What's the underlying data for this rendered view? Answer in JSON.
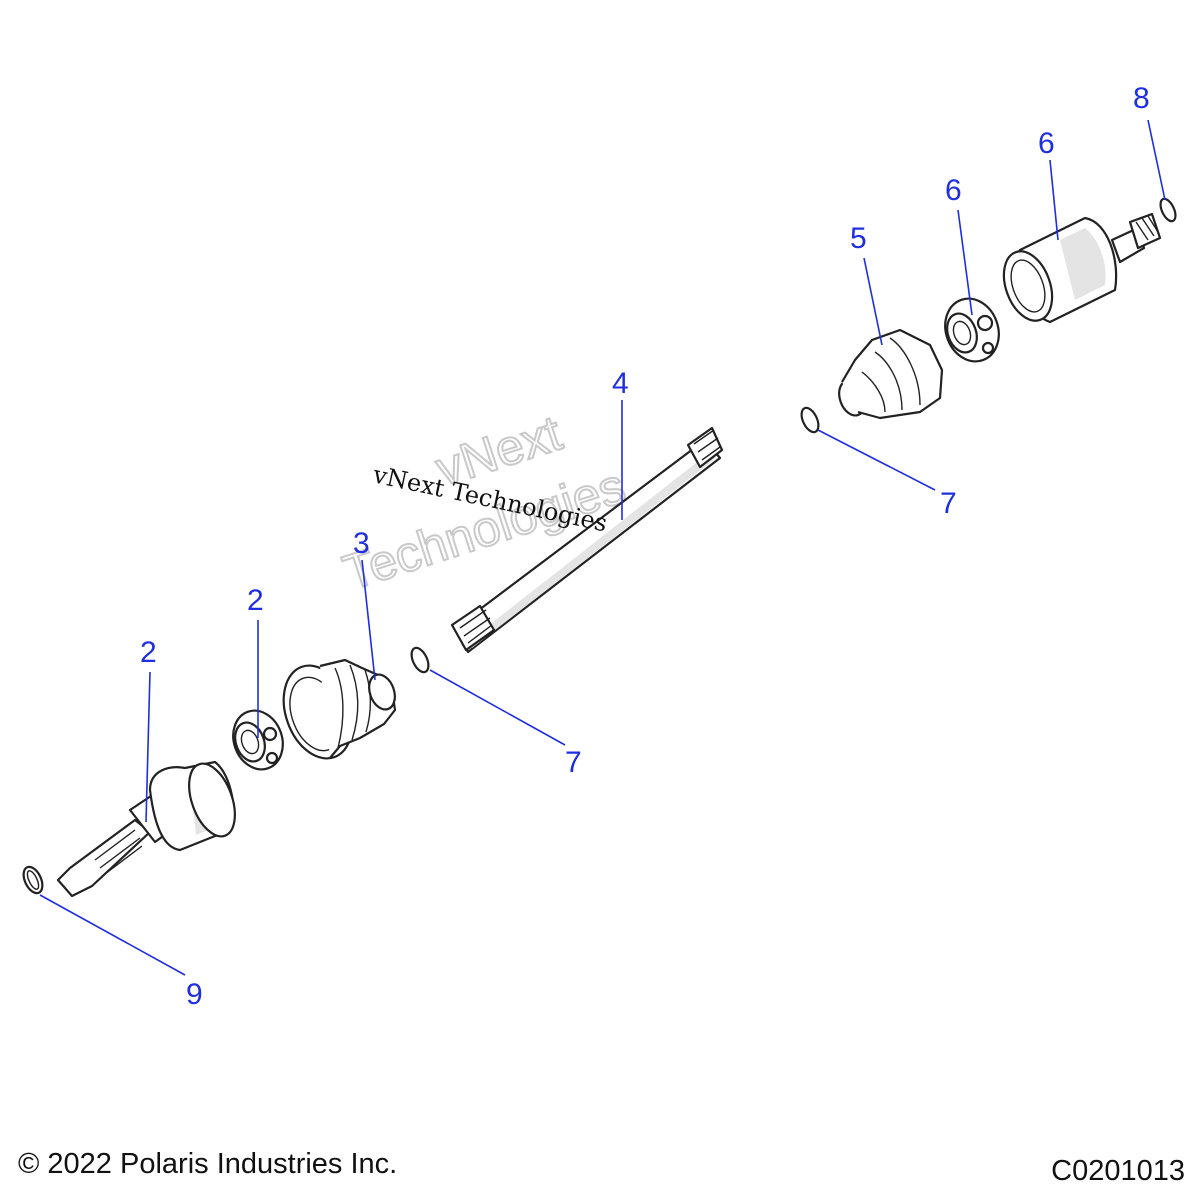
{
  "diagram": {
    "callouts": [
      {
        "id": "c2a",
        "label": "2"
      },
      {
        "id": "c2b",
        "label": "2"
      },
      {
        "id": "c3",
        "label": "3"
      },
      {
        "id": "c4",
        "label": "4"
      },
      {
        "id": "c5",
        "label": "5"
      },
      {
        "id": "c6a",
        "label": "6"
      },
      {
        "id": "c6b",
        "label": "6"
      },
      {
        "id": "c7a",
        "label": "7"
      },
      {
        "id": "c7b",
        "label": "7"
      },
      {
        "id": "c8",
        "label": "8"
      },
      {
        "id": "c9",
        "label": "9"
      }
    ],
    "callout_color": "#1f2ee0"
  },
  "watermark": {
    "line_small": "vNext Technologies",
    "line_big_1": "vNext",
    "line_big_2": "Technologies"
  },
  "footer": {
    "copyright": "© 2022 Polaris Industries Inc.",
    "drawing_id": "C0201013"
  }
}
